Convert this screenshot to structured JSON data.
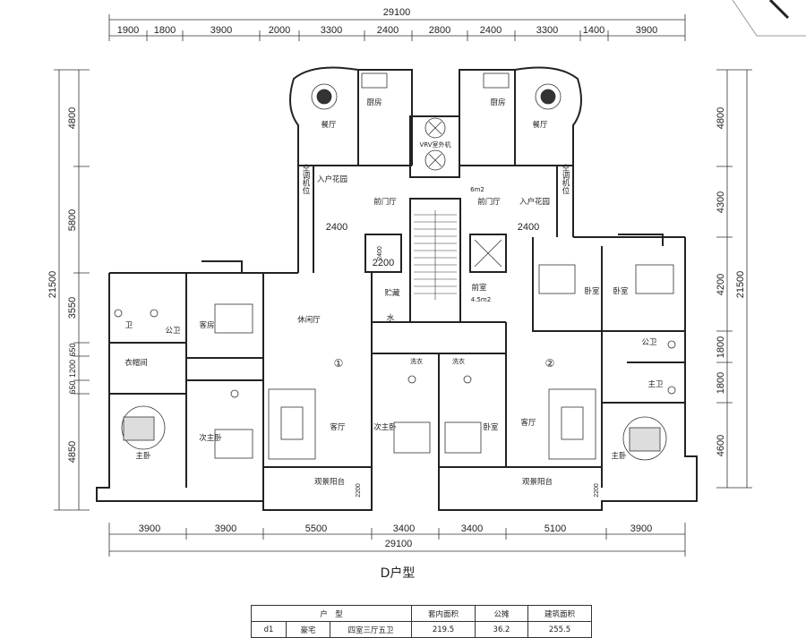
{
  "plan_title": "D户型",
  "dims": {
    "top_total": "29100",
    "top": [
      "1900",
      "1800",
      "3900",
      "2000",
      "3300",
      "2400",
      "2800",
      "2400",
      "3300",
      "1400",
      "3900"
    ],
    "bottom_total": "29100",
    "bottom": [
      "3900",
      "3900",
      "5500",
      "3400",
      "3400",
      "5100",
      "3900"
    ],
    "left": [
      "4800",
      "5800",
      "3550",
      "650",
      "1200",
      "650",
      "4850"
    ],
    "left_total": "21500",
    "right": [
      "4800",
      "4300",
      "4200",
      "1800",
      "1800",
      "4600"
    ],
    "right_total": "21500",
    "inner": [
      "2400",
      "2400",
      "2400",
      "2200",
      "2200",
      "2200"
    ]
  },
  "rooms": {
    "dining": "餐厅",
    "kitchen": "厨房",
    "vrv": "VRV室外机",
    "ac": "空调机位",
    "entry_garden": "入户花园",
    "foyer": "前门厅",
    "area_6m2": "6m2",
    "leisure": "休闲厅",
    "storage": "贮藏",
    "water": "水",
    "front_room": "前室",
    "front_room_area": "4.5m2",
    "guest_room": "客房",
    "bath": "卫",
    "public_bath": "公卫",
    "master_bath": "主卫",
    "cloakroom": "衣帽间",
    "master_bed": "主卧",
    "second_master": "次主卧",
    "living": "客厅",
    "bedroom": "卧室",
    "laundry": "洗衣",
    "balcony": "观景阳台",
    "unit1": "①",
    "unit2": "②"
  },
  "table": {
    "headers": [
      "户　型",
      "",
      "套内面积",
      "公摊",
      "建筑面积"
    ],
    "row": [
      "d1",
      "豪宅",
      "四室三厅五卫",
      "219.5",
      "36.2",
      "255.5"
    ]
  }
}
